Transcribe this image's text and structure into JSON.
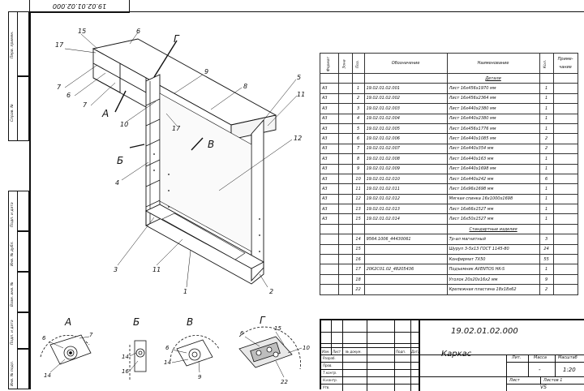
{
  "top_stamp": "19.02.01.02.000",
  "side_labels": [
    "Перв. примен.",
    "Справ. №",
    "Подп. и дата",
    "Инв. № дубл.",
    "Взам. инв. №",
    "Подп. и дата",
    "Инв. № подл."
  ],
  "views": {
    "main_letters": {
      "g": "Г",
      "a": "А",
      "b": "Б",
      "v": "В"
    },
    "callouts": {
      "n15": "15",
      "n6a": "6",
      "n17": "17",
      "n7a": "7",
      "n6b": "6",
      "n7b": "7",
      "n9": "9",
      "n8": "8",
      "n5": "5",
      "n11a": "11",
      "n10": "10",
      "n17b": "17",
      "n4": "4",
      "n12": "12",
      "n3": "3",
      "n11b": "11",
      "n1": "1",
      "n2": "2"
    },
    "details": [
      {
        "letter": "А",
        "nums": [
          "6",
          "7",
          "14"
        ]
      },
      {
        "letter": "Б",
        "nums": [
          "14",
          "16"
        ]
      },
      {
        "letter": "В",
        "nums": [
          "6",
          "14",
          "9"
        ]
      },
      {
        "letter": "Г",
        "nums": [
          "6",
          "15",
          "10",
          "22"
        ]
      }
    ]
  },
  "spec": {
    "headers": {
      "format": "Формат",
      "zone": "Зона",
      "pos": "Поз.",
      "designation": "Обозначение",
      "name": "Наименование",
      "qty": "Кол.",
      "note": "Приме-чание"
    },
    "rows": [
      {
        "f": "",
        "p": "",
        "d": "",
        "n": "Детали",
        "q": "",
        "section": true
      },
      {
        "f": "А3",
        "p": "1",
        "d": "19.02.01.02.001",
        "n": "Лист 16х456х1970 мм",
        "q": "1"
      },
      {
        "f": "А3",
        "p": "2",
        "d": "19.02.01.02.002",
        "n": "Лист 16х456х2364 мм",
        "q": "1"
      },
      {
        "f": "А3",
        "p": "3",
        "d": "19.02.01.02.003",
        "n": "Лист 16х440х2380 мм",
        "q": "1"
      },
      {
        "f": "А3",
        "p": "4",
        "d": "19.02.01.02.004",
        "n": "Лист 16х440х2380 мм",
        "q": "1"
      },
      {
        "f": "А3",
        "p": "5",
        "d": "19.02.01.02.005",
        "n": "Лист 16х456х1776 мм",
        "q": "1"
      },
      {
        "f": "А3",
        "p": "6",
        "d": "19.02.01.02.006",
        "n": "Лист 16х440х1085 мм",
        "q": "2"
      },
      {
        "f": "А3",
        "p": "7",
        "d": "19.02.01.02.007",
        "n": "Лист 16х440х354 мм",
        "q": "2"
      },
      {
        "f": "А3",
        "p": "8",
        "d": "19.02.01.02.008",
        "n": "Лист 16х440х163 мм",
        "q": "1"
      },
      {
        "f": "А3",
        "p": "9",
        "d": "19.02.01.02.009",
        "n": "Лист 16х440х1698 мм",
        "q": "1"
      },
      {
        "f": "А3",
        "p": "10",
        "d": "19.02.01.02.010",
        "n": "Лист 16х440х242 мм",
        "q": "6"
      },
      {
        "f": "А3",
        "p": "11",
        "d": "19.02.01.02.011",
        "n": "Лист 16х96х1698 мм",
        "q": "1"
      },
      {
        "f": "А3",
        "p": "12",
        "d": "19.02.01.02.012",
        "n": "Мягкая спинка 16х1000х1698",
        "q": "1"
      },
      {
        "f": "А3",
        "p": "13",
        "d": "19.02.01.02.013",
        "n": "Лист 16х66х1527 мм",
        "q": "1"
      },
      {
        "f": "А3",
        "p": "15",
        "d": "19.02.01.02.014",
        "n": "Лист 16х50х1527 мм",
        "q": "1"
      },
      {
        "f": "",
        "p": "",
        "d": "",
        "n": "Стандартные изделия",
        "q": "",
        "section": true
      },
      {
        "f": "",
        "p": "14",
        "d": "9564.1006_44430061",
        "n": "Тр-ал магнитный",
        "q": "3"
      },
      {
        "f": "",
        "p": "15",
        "d": "",
        "n": "Шуруп 3-5х13 ГОСТ 1145-80",
        "q": "24"
      },
      {
        "f": "",
        "p": "16",
        "d": "",
        "n": "Конфирмат 7Х50",
        "q": "55"
      },
      {
        "f": "",
        "p": "17",
        "d": "20K2C01.02_48205436",
        "n": "Подъемник AVENTOS HK-S",
        "q": "1"
      },
      {
        "f": "",
        "p": "18",
        "d": "",
        "n": "Уголок 20х20х16х2 мм",
        "q": "9"
      },
      {
        "f": "",
        "p": "22",
        "d": "",
        "n": "Крепежная пластина 18х18х62",
        "q": "2"
      }
    ]
  },
  "title_block": {
    "designation": "19.02.01.02.000",
    "name": "Каркас",
    "lit_label": "Лит.",
    "mass_label": "Масса",
    "scale_label": "Масштаб",
    "mass": "-",
    "scale": "1:20",
    "sheet_label": "Лист",
    "sheets_label": "Листов 1",
    "org": "VS",
    "rows": [
      "Изм.",
      "Лист",
      "№ докум.",
      "Подп.",
      "Дата"
    ],
    "roles": [
      "Разраб.",
      "Пров.",
      "Т.контр.",
      "Н.контр.",
      "Утв."
    ]
  }
}
